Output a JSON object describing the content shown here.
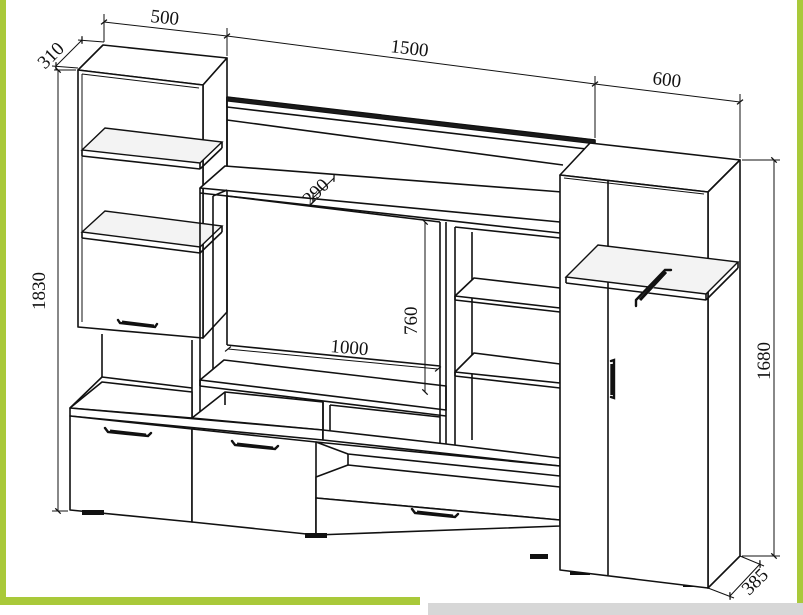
{
  "colors": {
    "border_green": "#a9c93a",
    "line": "#111111",
    "glass": "#f3f3f3",
    "background": "#ffffff"
  },
  "dimensions": {
    "left_cabinet_width": "500",
    "left_cabinet_depth": "310",
    "center_width": "1500",
    "right_cabinet_width": "600",
    "total_height": "1830",
    "right_cabinet_height": "1680",
    "shelf_depth": "290",
    "tv_niche_height": "760",
    "tv_niche_width": "1000",
    "right_cabinet_depth": "385"
  }
}
